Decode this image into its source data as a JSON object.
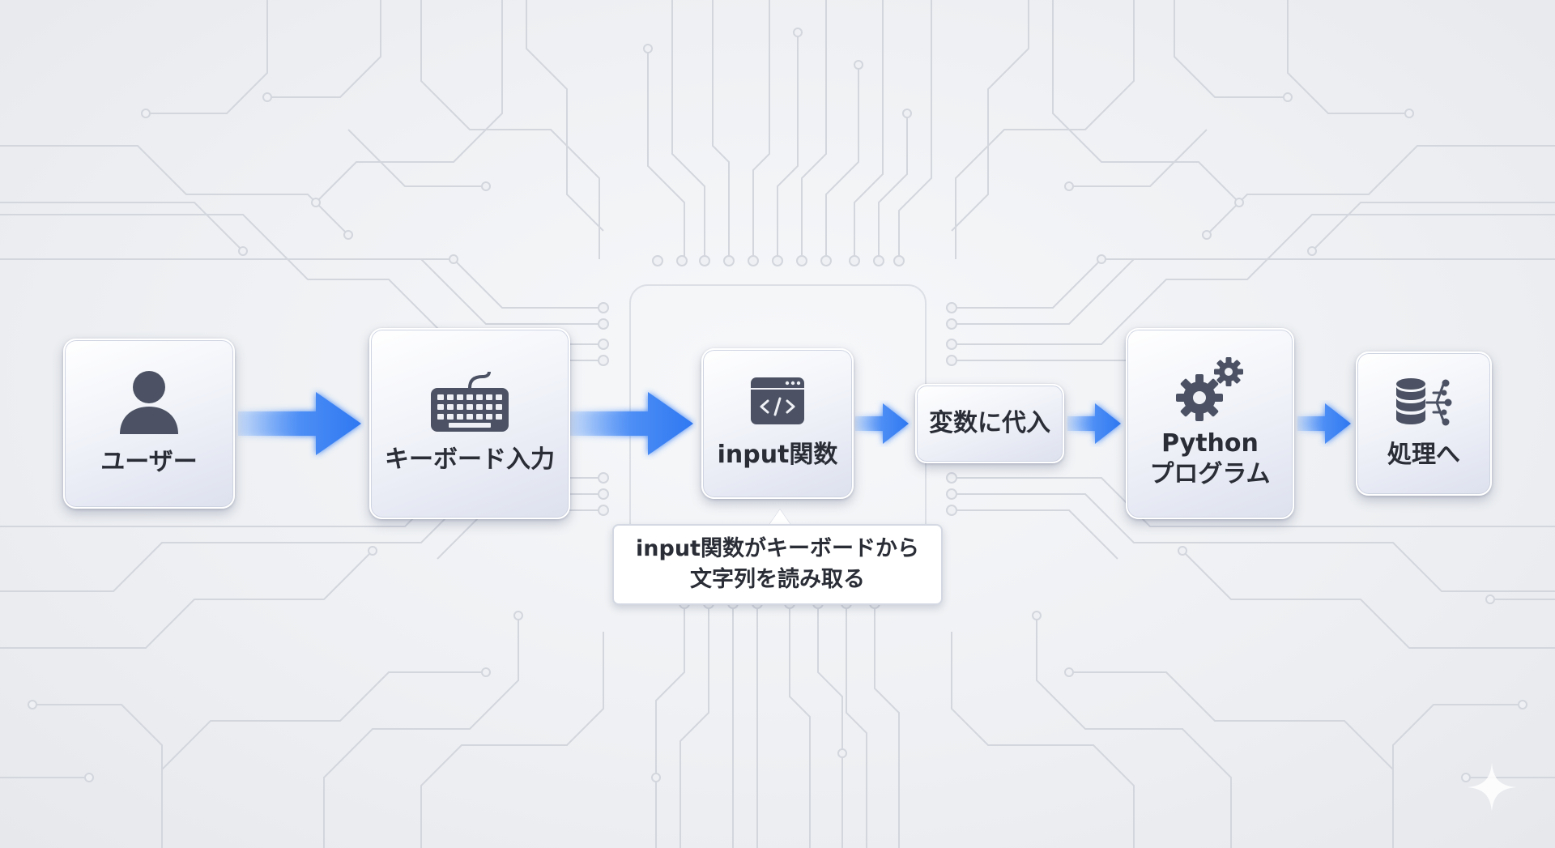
{
  "diagram": {
    "nodes": [
      {
        "id": "user",
        "label": "ユーザー",
        "icon": "user-icon"
      },
      {
        "id": "keyboard",
        "label": "キーボード入力",
        "icon": "keyboard-icon"
      },
      {
        "id": "input",
        "label": "input関数",
        "icon": "code-window-icon"
      },
      {
        "id": "assign",
        "label": "変数に代入",
        "icon": ""
      },
      {
        "id": "python",
        "label_line1": "Python",
        "label_line2": "プログラム",
        "icon": "gears-icon"
      },
      {
        "id": "process",
        "label": "処理へ",
        "icon": "database-flow-icon"
      }
    ],
    "callout": {
      "line1": "input関数がキーボードから",
      "line2": "文字列を読み取る"
    },
    "colors": {
      "arrow": "#2f78f2",
      "node_text": "#2a2d36",
      "icon": "#4c5263",
      "circuit": "#d3d6dd"
    }
  }
}
